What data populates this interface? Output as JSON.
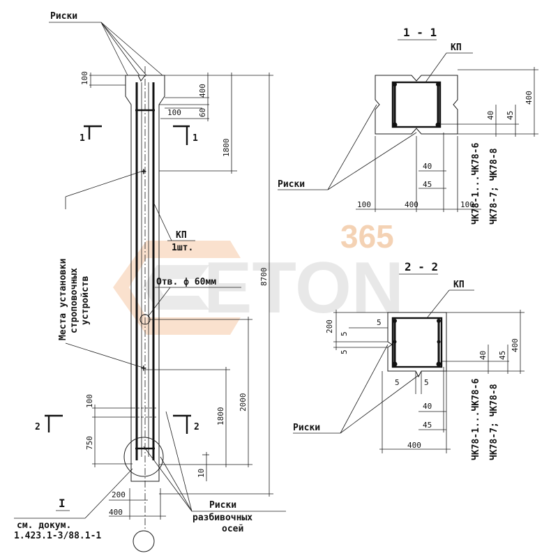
{
  "watermark": {
    "number": "365",
    "word": "ETON"
  },
  "elevation": {
    "top_label": "Риски",
    "dims_left": [
      "100",
      "750"
    ],
    "dims_right": [
      "400",
      "60",
      "1800",
      "100",
      "1800",
      "10"
    ],
    "dim_top_small": "100",
    "dim_total": "8700",
    "dim_2000": "2000",
    "dims_bottom": [
      "200",
      "400"
    ],
    "kp_label": "КП",
    "kp_qty": "1шт.",
    "hole_label": "Отв. ф 60мм",
    "lifting_label": [
      "Места установки",
      "строповочных",
      "устройств"
    ],
    "cut1": "1",
    "cut2": "2",
    "detail_mark": "I",
    "doc_ref": [
      "см. докум.",
      "1.423.1-3/88.1-1"
    ],
    "axes_label": [
      "Риски",
      "разбивочных",
      "осей"
    ]
  },
  "section_1": {
    "title": "1 - 1",
    "kp": "КП",
    "risks": "Риски",
    "dims_bottom": [
      "100",
      "400",
      "100"
    ],
    "dims_right": [
      "400",
      "40",
      "45"
    ],
    "dims_inner": [
      "40",
      "45"
    ],
    "marks": [
      "ЧК78-1...ЧК78-6",
      "ЧК78-7; ЧК78-8"
    ]
  },
  "section_2": {
    "title": "2 - 2",
    "kp": "КП",
    "risks": "Риски",
    "dims_left": [
      "200",
      "5",
      "5",
      "5"
    ],
    "dims_bottom_small": [
      "5",
      "5"
    ],
    "dims_bottom": "400",
    "dims_right": [
      "400",
      "40",
      "45"
    ],
    "dims_inner": [
      "40",
      "45"
    ],
    "marks": [
      "ЧК78-1...ЧК78-6",
      "ЧК78-7; ЧК78-8"
    ]
  }
}
